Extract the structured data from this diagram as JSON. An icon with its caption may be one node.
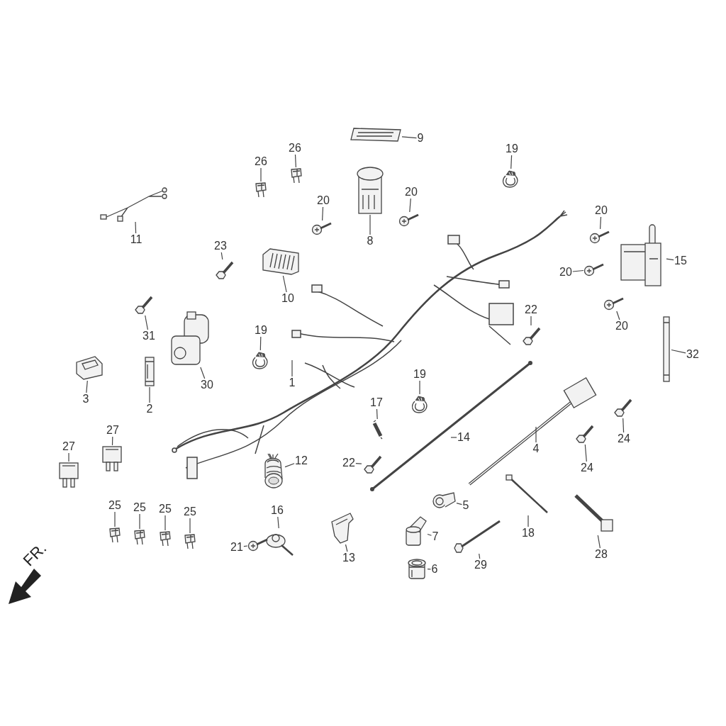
{
  "diagram": {
    "nodes": [
      {
        "text": [
          "9"
        ]
      },
      {
        "text": [],
        "shape": "picture"
      },
      {
        "text": [
          "19"
        ]
      },
      {
        "text": [],
        "shape": "picture"
      },
      {
        "text": [
          "26"
        ]
      },
      {
        "text": [],
        "shape": "picture"
      },
      {
        "text": [
          "26"
        ]
      },
      {
        "text": [],
        "shape": "picture"
      },
      {
        "text": [
          "20"
        ]
      },
      {
        "text": [],
        "shape": "picture"
      },
      {
        "text": [
          "20"
        ]
      },
      {
        "text": [],
        "shape": "picture"
      },
      {
        "text": [
          "8"
        ]
      },
      {
        "text": [],
        "shape": "picture"
      },
      {
        "text": [
          "11"
        ]
      },
      {
        "text": [],
        "shape": "picture"
      },
      {
        "text": [
          "23"
        ]
      },
      {
        "text": [],
        "shape": "picture"
      },
      {
        "text": [
          "10"
        ]
      },
      {
        "text": [],
        "shape": "picture"
      },
      {
        "text": [
          "20"
        ]
      },
      {
        "text": [],
        "shape": "picture"
      },
      {
        "text": [
          "15"
        ]
      },
      {
        "text": [],
        "shape": "picture"
      },
      {
        "text": [
          "20"
        ]
      },
      {
        "text": [],
        "shape": "picture"
      },
      {
        "text": [
          "20"
        ]
      },
      {
        "text": [],
        "shape": "picture"
      },
      {
        "text": [
          "22"
        ]
      },
      {
        "text": [],
        "shape": "picture"
      },
      {
        "text": [
          "31"
        ]
      },
      {
        "text": [],
        "shape": "picture"
      },
      {
        "text": [
          "19"
        ]
      },
      {
        "text": [],
        "shape": "picture"
      },
      {
        "text": [
          "1"
        ]
      },
      {
        "text": [
          "3"
        ]
      },
      {
        "text": [],
        "shape": "picture"
      },
      {
        "text": [
          "2"
        ]
      },
      {
        "text": [],
        "shape": "picture"
      },
      {
        "text": [
          "30"
        ]
      },
      {
        "text": [],
        "shape": "picture"
      },
      {
        "text": [
          "32"
        ]
      },
      {
        "text": [],
        "shape": "picture"
      },
      {
        "text": [
          "19"
        ]
      },
      {
        "text": [],
        "shape": "picture"
      },
      {
        "text": [
          "27"
        ]
      },
      {
        "text": [],
        "shape": "picture"
      },
      {
        "text": [
          "27"
        ]
      },
      {
        "text": [],
        "shape": "picture"
      },
      {
        "text": [
          "17"
        ]
      },
      {
        "text": [],
        "shape": "picture"
      },
      {
        "text": [
          "14"
        ]
      },
      {
        "text": [
          "4"
        ]
      },
      {
        "text": [
          "24"
        ]
      },
      {
        "text": [],
        "shape": "picture"
      },
      {
        "text": [
          "24"
        ]
      },
      {
        "text": [],
        "shape": "picture"
      },
      {
        "text": [
          "12"
        ]
      },
      {
        "text": [],
        "shape": "picture"
      },
      {
        "text": [
          "22"
        ]
      },
      {
        "text": [],
        "shape": "picture"
      },
      {
        "text": [
          "5"
        ]
      },
      {
        "text": [],
        "shape": "picture"
      },
      {
        "text": [
          "25"
        ]
      },
      {
        "text": [],
        "shape": "picture"
      },
      {
        "text": [
          "25"
        ]
      },
      {
        "text": [],
        "shape": "picture"
      },
      {
        "text": [
          "25"
        ]
      },
      {
        "text": [],
        "shape": "picture"
      },
      {
        "text": [
          "25"
        ]
      },
      {
        "text": [],
        "shape": "picture"
      },
      {
        "text": [
          "16"
        ]
      },
      {
        "text": [],
        "shape": "picture"
      },
      {
        "text": [
          "21"
        ]
      },
      {
        "text": [],
        "shape": "picture"
      },
      {
        "text": [
          "7"
        ]
      },
      {
        "text": [],
        "shape": "picture"
      },
      {
        "text": [
          "13"
        ]
      },
      {
        "text": [],
        "shape": "picture"
      },
      {
        "text": [
          "18"
        ]
      },
      {
        "text": [],
        "shape": "picture"
      },
      {
        "text": [
          "29"
        ]
      },
      {
        "text": [],
        "shape": "picture"
      },
      {
        "text": [
          "28"
        ]
      },
      {
        "text": [],
        "shape": "picture"
      },
      {
        "text": [
          "6"
        ]
      },
      {
        "text": [],
        "shape": "picture"
      }
    ],
    "edges": [
      {
        "from": 0,
        "to": 1,
        "arrow": "none"
      },
      {
        "from": 2,
        "to": 3,
        "arrow": "none"
      },
      {
        "from": 4,
        "to": 5,
        "arrow": "none"
      },
      {
        "from": 6,
        "to": 7,
        "arrow": "none"
      },
      {
        "from": 8,
        "to": 9,
        "arrow": "none"
      },
      {
        "from": 10,
        "to": 11,
        "arrow": "none"
      },
      {
        "from": 12,
        "to": 13,
        "arrow": "none"
      },
      {
        "from": 14,
        "to": 15,
        "arrow": "none"
      },
      {
        "from": 16,
        "to": 17,
        "arrow": "none"
      },
      {
        "from": 18,
        "to": 19,
        "arrow": "none"
      },
      {
        "from": 20,
        "to": 21,
        "arrow": "none"
      },
      {
        "from": 22,
        "to": 23,
        "arrow": "none"
      },
      {
        "from": 24,
        "to": 25,
        "arrow": "none"
      },
      {
        "from": 26,
        "to": 27,
        "arrow": "none"
      },
      {
        "from": 28,
        "to": 29,
        "arrow": "none"
      },
      {
        "from": 30,
        "to": 31,
        "arrow": "none"
      },
      {
        "from": 32,
        "to": 33,
        "arrow": "none"
      },
      {
        "from": 34,
        "to": null,
        "arrow": "none"
      },
      {
        "from": 35,
        "to": 36,
        "arrow": "none"
      },
      {
        "from": 37,
        "to": 38,
        "arrow": "none"
      },
      {
        "from": 39,
        "to": 40,
        "arrow": "none"
      },
      {
        "from": 41,
        "to": 42,
        "arrow": "none"
      },
      {
        "from": 43,
        "to": 44,
        "arrow": "none"
      },
      {
        "from": 45,
        "to": 46,
        "arrow": "none"
      },
      {
        "from": 47,
        "to": 48,
        "arrow": "none"
      },
      {
        "from": 49,
        "to": 50,
        "arrow": "none"
      },
      {
        "from": 51,
        "to": null,
        "arrow": "none"
      },
      {
        "from": 52,
        "to": null,
        "arrow": "none"
      },
      {
        "from": 53,
        "to": 54,
        "arrow": "none"
      },
      {
        "from": 55,
        "to": 56,
        "arrow": "none"
      },
      {
        "from": 57,
        "to": 58,
        "arrow": "none"
      },
      {
        "from": 59,
        "to": 60,
        "arrow": "none"
      },
      {
        "from": 61,
        "to": 62,
        "arrow": "none"
      },
      {
        "from": 63,
        "to": 64,
        "arrow": "none"
      },
      {
        "from": 65,
        "to": 66,
        "arrow": "none"
      },
      {
        "from": 67,
        "to": 68,
        "arrow": "none"
      },
      {
        "from": 69,
        "to": 70,
        "arrow": "none"
      },
      {
        "from": 71,
        "to": 72,
        "arrow": "none"
      },
      {
        "from": 73,
        "to": 74,
        "arrow": "none"
      },
      {
        "from": 75,
        "to": 76,
        "arrow": "none"
      },
      {
        "from": 77,
        "to": 78,
        "arrow": "none"
      },
      {
        "from": 79,
        "to": 80,
        "arrow": "none"
      },
      {
        "from": 81,
        "to": 82,
        "arrow": "none"
      },
      {
        "from": 83,
        "to": 84,
        "arrow": "none"
      },
      {
        "from": 85,
        "to": 86,
        "arrow": "none"
      }
    ],
    "labels": [
      "FR."
    ]
  }
}
